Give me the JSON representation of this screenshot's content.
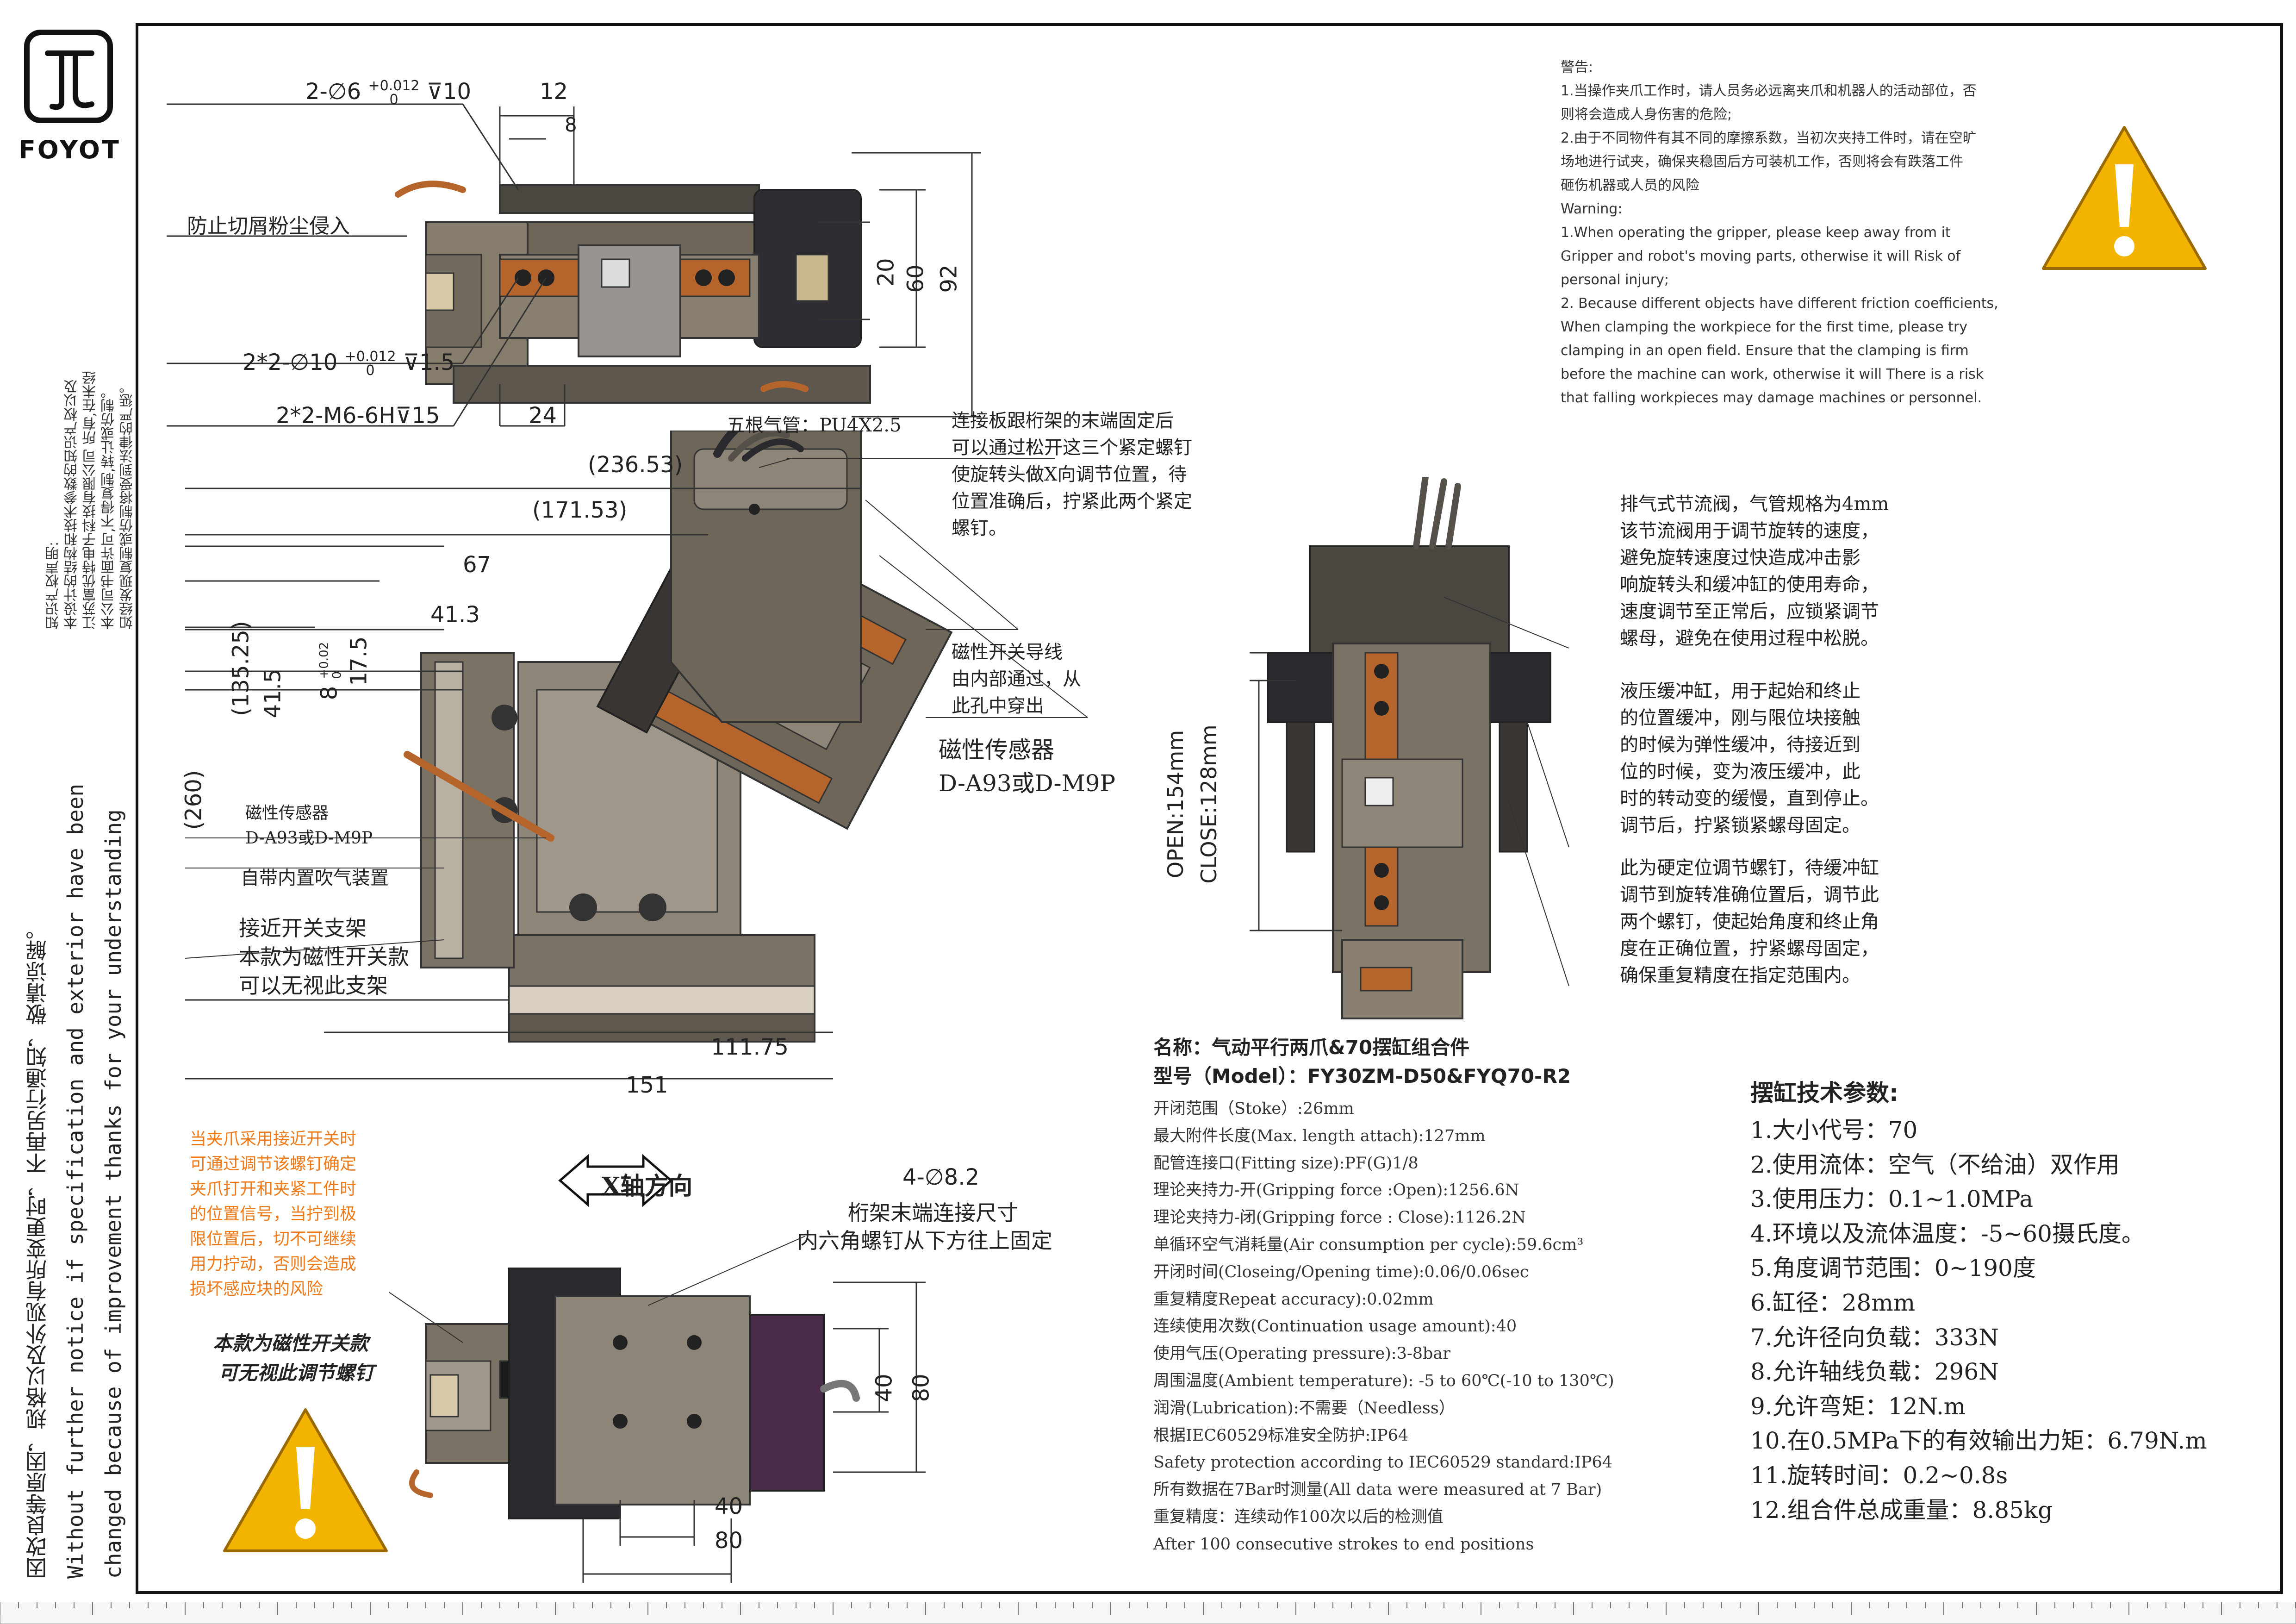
{
  "logo": {
    "brand": "FOYOT"
  },
  "side_notice": {
    "ip_lines": [
      "知识产权声明:",
      "本设计的结构和技术参数的知识产权以及",
      "江苏富优特电子科技有限公司 所有,在未经",
      "本公司书面许可,不得复制,转让或仿制。",
      "如经发现复制或仿制将受到法律的严惩。"
    ],
    "change_lines": [
      "因改良等原因，规格以及外观有所变更时，不再另行通知，敬请谅解。",
      "Without further  notice if specification and exterior have been",
      "changed because of improvement thanks for your understanding"
    ]
  },
  "warning": {
    "lines": [
      "警告:",
      "1.当操作夹爪工作时，请人员务必远离夹爪和机器人的活动部位，否",
      "则将会造成人身伤害的危险;",
      "2.由于不同物件有其不同的摩擦系数，当初次夹持工件时，请在空旷",
      "场地进行试夹，确保夹稳固后方可装机工作，否则将会有跌落工件",
      "砸伤机器或人员的风险",
      "Warning:",
      "1.When operating the gripper, please keep away from it",
      "Gripper and robot's moving parts, otherwise it will Risk of",
      "personal injury;",
      "2. Because different objects have different friction coefficients,",
      "When clamping the workpiece for the first time, please try",
      "clamping in an open field. Ensure that the clamping is firm",
      "before the machine can work, otherwise it will There is a risk",
      "that falling workpieces may damage machines or personnel."
    ]
  },
  "top_view": {
    "d1": "2-∅6",
    "d1_tol_up": "+0.012",
    "d1_tol_low": "0",
    "d1_depth": "⊽10",
    "d12": "12",
    "d8": "8",
    "dust": "防止切屑粉尘侵入",
    "d2": "2*2-∅10",
    "d2_tol_up": "+0.012",
    "d2_tol_low": "0",
    "d2_depth": "⊽1.5",
    "d3": "2*2-M6-6H⊽15",
    "d24": "24",
    "d20": "20",
    "d60": "60",
    "d92": "92"
  },
  "middle_view": {
    "tube": "五根气管：PU4X2.5",
    "plate_note": [
      "连接板跟桁架的末端固定后",
      "可以通过松开这三个紧定螺钉",
      "使旋转头做X向调节位置，待",
      "位置准确后，拧紧此两个紧定",
      "螺钉。"
    ],
    "d236": "(236.53)",
    "d171": "(171.53)",
    "d67": "67",
    "d41_3": "41.3",
    "d135": "(135.25)",
    "d260": "(260)",
    "d41_5": "41.5",
    "d8": "8",
    "d8_tol_up": "+0.02",
    "d8_tol_low": "0",
    "d17_5": "17.5",
    "wire_note": [
      "磁性开关导线",
      "由内部通过，从",
      "此孔中穿出"
    ],
    "sensor_big": [
      "磁性传感器",
      "D-A93或D-M9P"
    ],
    "sensor_small": [
      "磁性传感器",
      "D-A93或D-M9P"
    ],
    "blow": "自带内置吹气装置",
    "bracket": [
      "接近开关支架",
      "本款为磁性开关款",
      "可以无视此支架"
    ],
    "d111": "111.75",
    "d151": "151"
  },
  "right_view": {
    "open": "OPEN:154mm",
    "close": "CLOSE:128mm",
    "exhaust": [
      "排气式节流阀，气管规格为4mm",
      "该节流阀用于调节旋转的速度，",
      "避免旋转速度过快造成冲击影",
      "响旋转头和缓冲缸的使用寿命，",
      "速度调节至正常后，应锁紧调节",
      "螺母，避免在使用过程中松脱。"
    ],
    "hydraulic": [
      "液压缓冲缸，用于起始和终止",
      "的位置缓冲，刚与限位块接触",
      "的时候为弹性缓冲，待接近到",
      "位的时候，变为液压缓冲，此",
      "时的转动变的缓慢，直到停止。",
      "调节后，拧紧锁紧螺母固定。"
    ],
    "hard_stop": [
      "此为硬定位调节螺钉，待缓冲缸",
      "调节到旋转准确位置后，调节此",
      "两个螺钉，使起始角度和终止角",
      "度在正确位置，拧紧螺母固定，",
      "确保重复精度在指定范围内。"
    ]
  },
  "bottom_view": {
    "x_axis": "X轴方向",
    "hole": [
      "4-∅8.2",
      "桁架末端连接尺寸",
      "内六角螺钉从下方往上固定"
    ],
    "orange": [
      "当夹爪采用接近开关时",
      "可通过调节该螺钉确定",
      "夹爪打开和夹紧工件时",
      "的位置信号，当拧到极",
      "限位置后，切不可继续",
      "用力拧动，否则会造成",
      "损坏感应块的风险"
    ],
    "magnetic": [
      "本款为磁性开关款",
      "可无视此调节螺钉"
    ],
    "d40v": "40",
    "d80v": "80",
    "d40h": "40",
    "d80h": "80"
  },
  "specs": {
    "name": "名称：气动平行两爪&70摆缸组合件",
    "model": "型号（Model）：FY30ZM-D50&FYQ70-R2",
    "lines": [
      "开闭范围（Stoke）:26mm",
      "最大附件长度(Max. length attach):127mm",
      "配管连接口(Fitting size):PF(G)1/8",
      "理论夹持力-开(Gripping force :Open):1256.6N",
      "理论夹持力-闭(Gripping force : Close):1126.2N",
      "单循环空气消耗量(Air consumption per cycle):59.6cm³",
      "开闭时间(Closeing/Opening time):0.06/0.06sec",
      "重复精度Repeat accuracy):0.02mm",
      "连续使用次数(Continuation usage amount):40",
      "使用气压(Operating pressure):3-8bar",
      "周围温度(Ambient temperature): -5 to 60℃(-10 to 130℃)",
      "润滑(Lubrication):不需要（Needless）",
      "根据IEC60529标准安全防护:IP64",
      "Safety protection according to IEC60529 standard:IP64",
      "所有数据在7Bar时测量(All data were measured at 7 Bar)",
      "重复精度：连续动作100次以后的检测值",
      "After 100 consecutive strokes to end positions"
    ]
  },
  "params": {
    "title": "摆缸技术参数:",
    "lines": [
      "1.大小代号：70",
      "2.使用流体：空气（不给油）双作用",
      "3.使用压力：0.1~1.0MPa",
      "4.环境以及流体温度：-5~60摄氏度。",
      "5.角度调节范围：0~190度",
      "6.缸径：28mm",
      "7.允许径向负载：333N",
      "8.允许轴线负载：296N",
      "9.允许弯矩：12N.m",
      "10.在0.5MPa下的有效输出力矩：6.79N.m",
      "11.旋转时间：0.2~0.8s",
      "12.组合件总成重量：8.85kg"
    ]
  },
  "colors": {
    "brass": "#b5652b",
    "steel": "#6e6658",
    "dark": "#2a2a2e",
    "warning": "#f2b400",
    "orange_text": "#ef7a1a"
  }
}
